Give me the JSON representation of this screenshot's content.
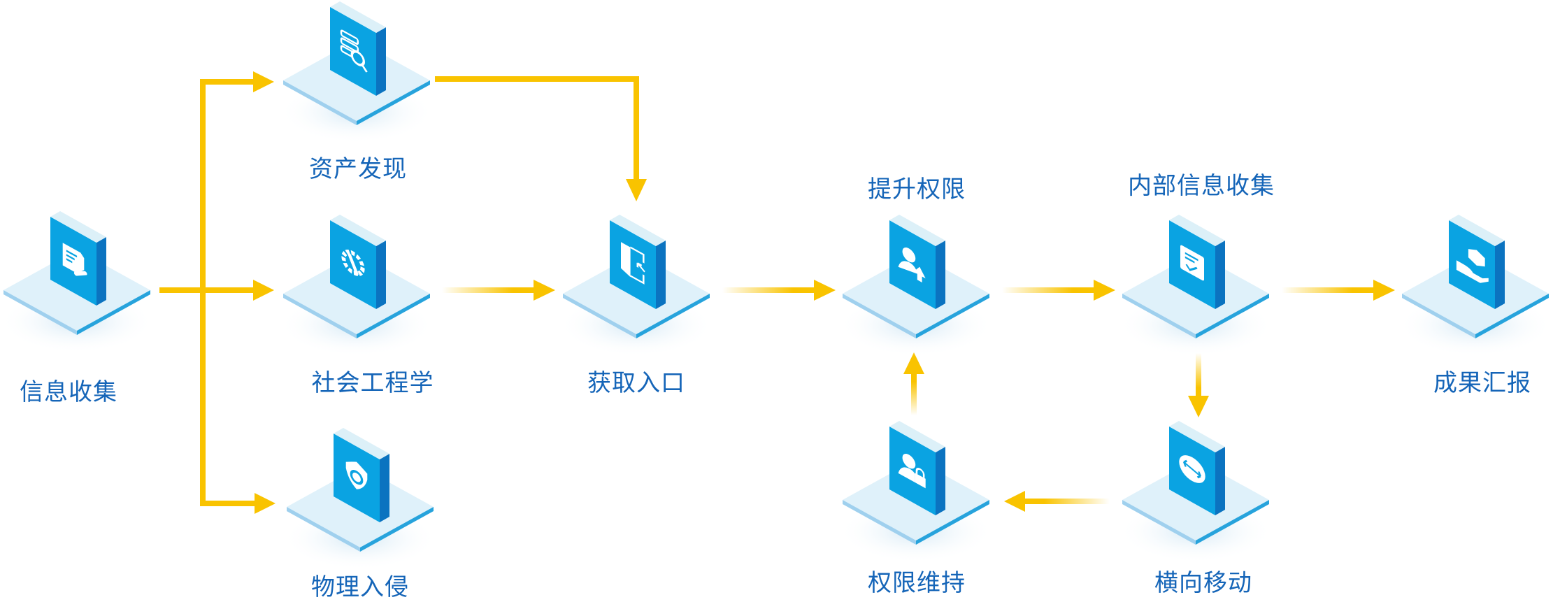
{
  "title": "渗透测试流程",
  "colors": {
    "arrow": "#f9c300",
    "label": "#1565b8",
    "block_front": "#0aa3e2",
    "block_side": "#0b73c0",
    "block_top": "#dcf0f8",
    "platform_top": "#dff1fa",
    "platform_edge_left": "#9fd0ee",
    "platform_edge_right": "#27a3dc"
  },
  "nodes": [
    {
      "id": "info-gathering",
      "label": "信息收集",
      "icon": "document-edit-icon"
    },
    {
      "id": "asset-discovery",
      "label": "资产发现",
      "icon": "server-search-icon"
    },
    {
      "id": "social-engineering",
      "label": "社会工程学",
      "icon": "gear-wrench-icon"
    },
    {
      "id": "physical-intrusion",
      "label": "物理入侵",
      "icon": "shield-refresh-icon"
    },
    {
      "id": "gain-entry",
      "label": "获取入口",
      "icon": "door-enter-icon"
    },
    {
      "id": "privilege-escalation",
      "label": "提升权限",
      "icon": "user-upgrade-icon"
    },
    {
      "id": "internal-info-gathering",
      "label": "内部信息收集",
      "icon": "checklist-icon"
    },
    {
      "id": "report-results",
      "label": "成果汇报",
      "icon": "hand-box-icon"
    },
    {
      "id": "lateral-movement",
      "label": "横向移动",
      "icon": "swap-arrows-icon"
    },
    {
      "id": "persistence",
      "label": "权限维持",
      "icon": "user-lock-icon"
    }
  ],
  "edges": [
    {
      "from": "info-gathering",
      "to": "asset-discovery"
    },
    {
      "from": "info-gathering",
      "to": "social-engineering"
    },
    {
      "from": "info-gathering",
      "to": "physical-intrusion"
    },
    {
      "from": "asset-discovery",
      "to": "gain-entry"
    },
    {
      "from": "social-engineering",
      "to": "gain-entry"
    },
    {
      "from": "gain-entry",
      "to": "privilege-escalation"
    },
    {
      "from": "privilege-escalation",
      "to": "internal-info-gathering"
    },
    {
      "from": "internal-info-gathering",
      "to": "report-results"
    },
    {
      "from": "internal-info-gathering",
      "to": "lateral-movement"
    },
    {
      "from": "lateral-movement",
      "to": "persistence"
    },
    {
      "from": "persistence",
      "to": "privilege-escalation"
    }
  ]
}
